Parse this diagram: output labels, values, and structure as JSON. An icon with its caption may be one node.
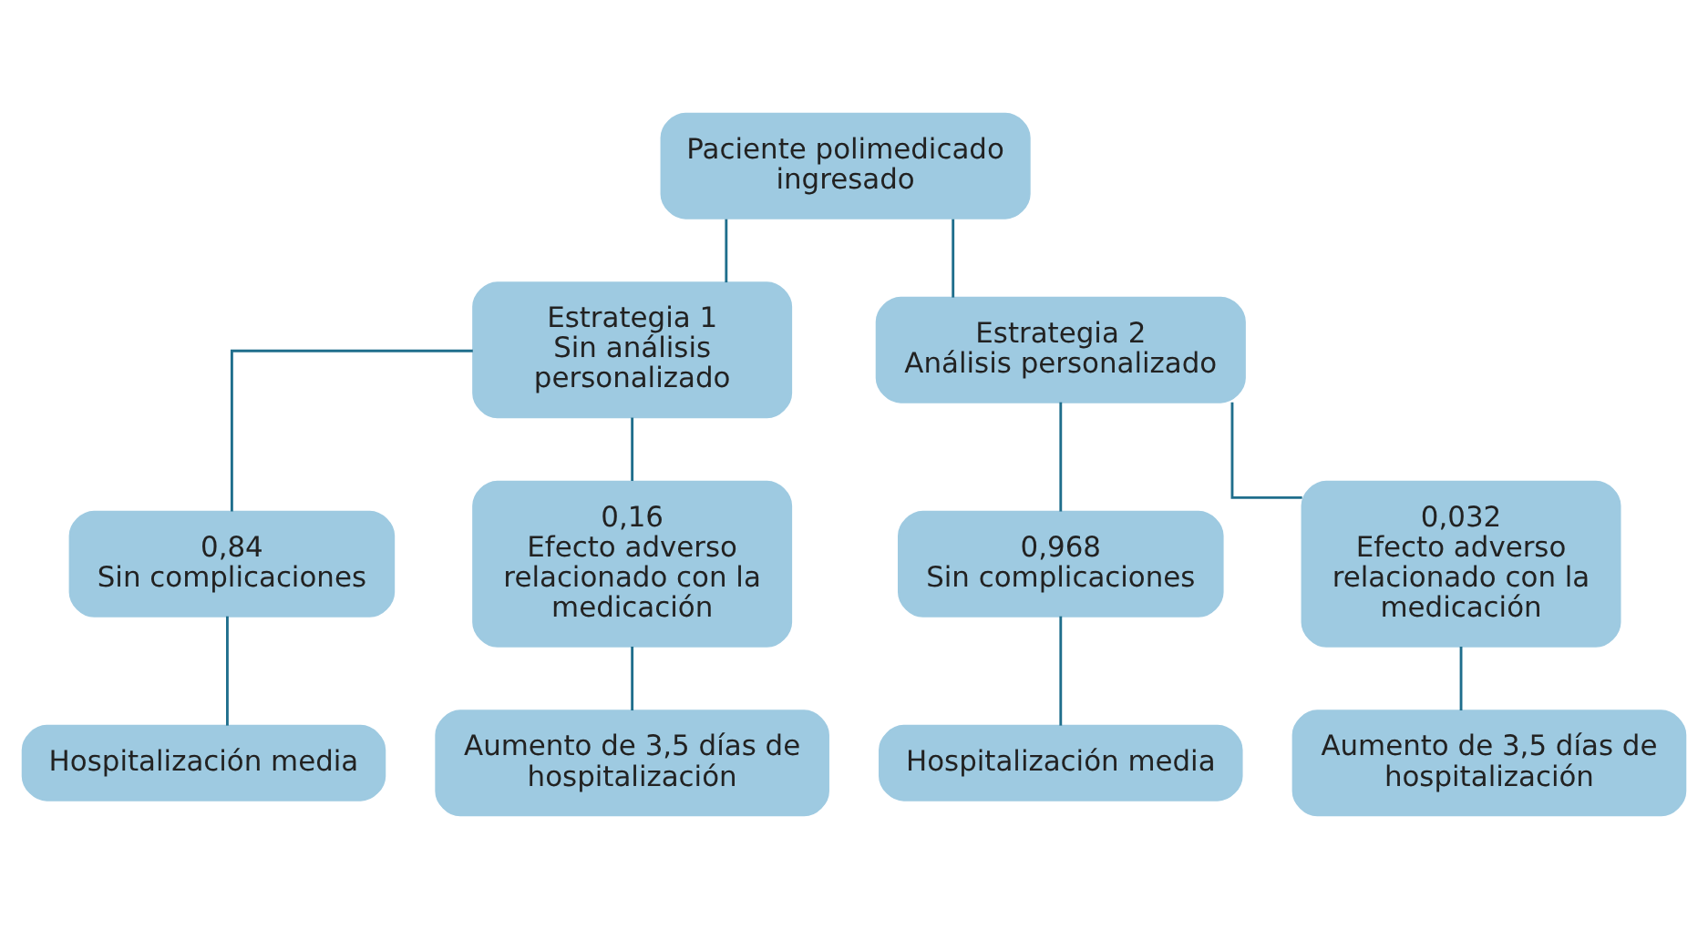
{
  "diagram": {
    "nodes": [
      {
        "text": [
          "Paciente polimedicado ingresado"
        ]
      },
      {
        "text": [
          "Estrategia 1",
          "Sin análisis personalizado"
        ]
      },
      {
        "text": [
          "Estrategia 2",
          "Análisis personalizado"
        ]
      },
      {
        "text": [
          "0,84",
          "Sin complicaciones"
        ]
      },
      {
        "text": [
          "0,16",
          "Efecto adverso relacionado con la medicación"
        ]
      },
      {
        "text": [
          "0,968",
          "Sin complicaciones"
        ]
      },
      {
        "text": [
          "0,032",
          "Efecto adverso relacionado con la medicación"
        ]
      },
      {
        "text": [
          "Hospitalización media"
        ]
      },
      {
        "text": [
          "Aumento de 3,5 días de hospitalización"
        ]
      },
      {
        "text": [
          "Hospitalización media"
        ]
      },
      {
        "text": [
          "Aumento de 3,5 días de hospitalización"
        ]
      }
    ],
    "edges": [
      {
        "from": 0,
        "to": 1,
        "arrow": "none"
      },
      {
        "from": 0,
        "to": 2,
        "arrow": "none"
      },
      {
        "from": 1,
        "to": 3,
        "arrow": "none"
      },
      {
        "from": 1,
        "to": 4,
        "arrow": "none"
      },
      {
        "from": 2,
        "to": 5,
        "arrow": "none"
      },
      {
        "from": 2,
        "to": 6,
        "arrow": "none"
      },
      {
        "from": 3,
        "to": 7,
        "arrow": "none"
      },
      {
        "from": 4,
        "to": 8,
        "arrow": "none"
      },
      {
        "from": 5,
        "to": 9,
        "arrow": "none"
      },
      {
        "from": 6,
        "to": 10,
        "arrow": "none"
      }
    ]
  }
}
